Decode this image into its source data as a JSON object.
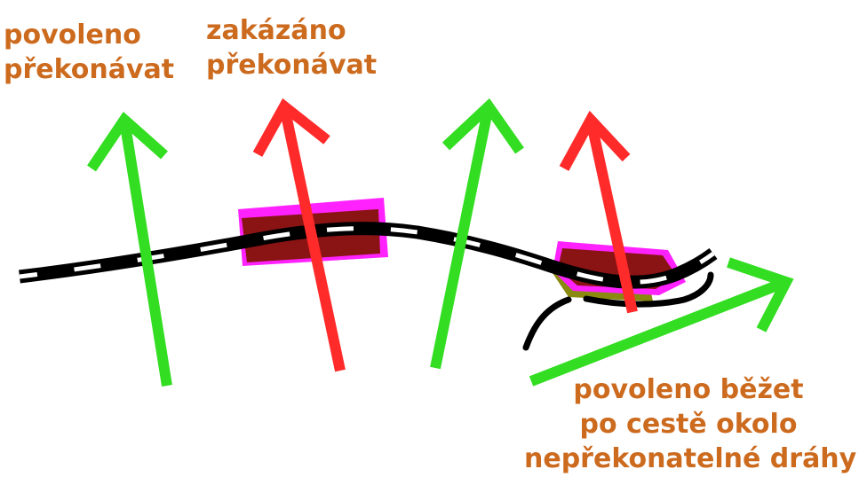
{
  "colors": {
    "label_text": "#cc6a1e",
    "allowed_arrow": "#33dd22",
    "forbidden_arrow": "#ff2a2a",
    "track": "#000000",
    "track_dash": "#ffffff",
    "obstacle_fill": "#8a1313",
    "obstacle_outline": "#ff22ff",
    "obstacle_shadow": "#8a8a10"
  },
  "labels": {
    "allowed_cross": {
      "line1": "povoleno",
      "line2": "překonávat"
    },
    "forbidden_cross": {
      "line1": "zakázáno",
      "line2": "překonávat"
    },
    "run_around": {
      "line1": "povoleno běžet",
      "line2": "po cestě okolo",
      "line3": "nepřekonatelné dráhy"
    }
  },
  "icons": {
    "allowed_arrow": "green-arrow-icon",
    "forbidden_arrow": "red-arrow-icon",
    "obstacle": "impassable-obstacle-icon"
  }
}
